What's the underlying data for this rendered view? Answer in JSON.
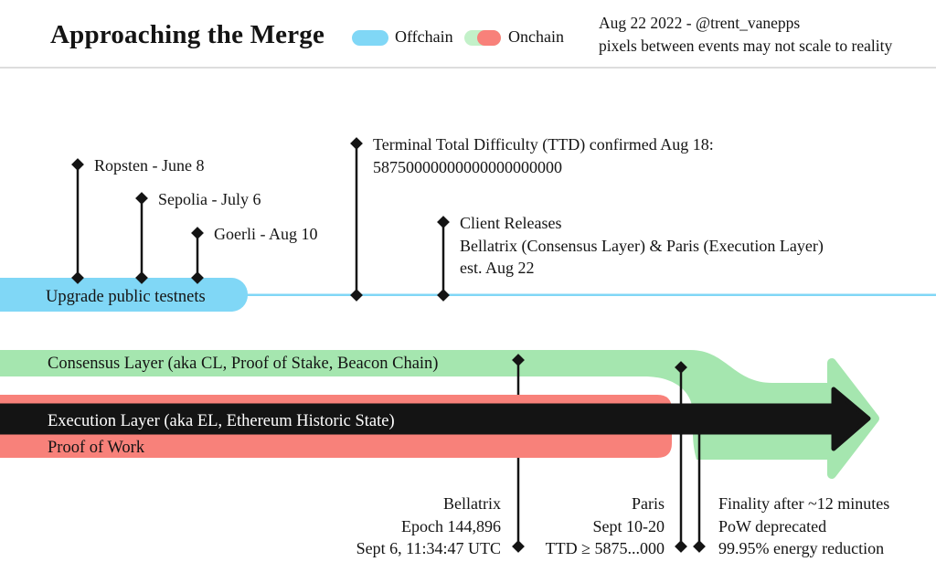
{
  "colors": {
    "offchain_blue": "#80d7f6",
    "onchain_green": "#a5e6af",
    "legend_green": "#c3f1c9",
    "onchain_red": "#f8817a",
    "ink": "#141414",
    "divider": "#dddddd"
  },
  "header": {
    "title": "Approaching the Merge",
    "legend_offchain": "Offchain",
    "legend_onchain": "Onchain",
    "meta_line1": "Aug 22 2022 - @trent_vanepps",
    "meta_line2": "pixels between events may not scale to reality"
  },
  "offchain": {
    "band_label": "Upgrade public testnets",
    "events": {
      "ropsten": "Ropsten - June 8",
      "sepolia": "Sepolia - July 6",
      "goerli": "Goerli - Aug 10",
      "ttd_line1": "Terminal Total Difficulty (TTD) confirmed Aug 18:",
      "ttd_line2": "58750000000000000000000",
      "client_line1": "Client Releases",
      "client_line2": "Bellatrix (Consensus Layer) & Paris (Execution Layer)",
      "client_line3": "est. Aug 22"
    }
  },
  "onchain": {
    "consensus_label": "Consensus Layer (aka CL, Proof of Stake, Beacon Chain)",
    "execution_label": "Execution Layer (aka EL, Ethereum Historic State)",
    "pow_label": "Proof of Work",
    "events": {
      "bellatrix_line1": "Bellatrix",
      "bellatrix_line2": "Epoch 144,896",
      "bellatrix_line3": "Sept 6, 11:34:47 UTC",
      "paris_line1": "Paris",
      "paris_line2": "Sept 10-20",
      "paris_line3": "TTD ≥ 5875...000",
      "finality_line1": "Finality after ~12 minutes",
      "finality_line2": "PoW deprecated",
      "finality_line3": "99.95% energy reduction"
    }
  }
}
